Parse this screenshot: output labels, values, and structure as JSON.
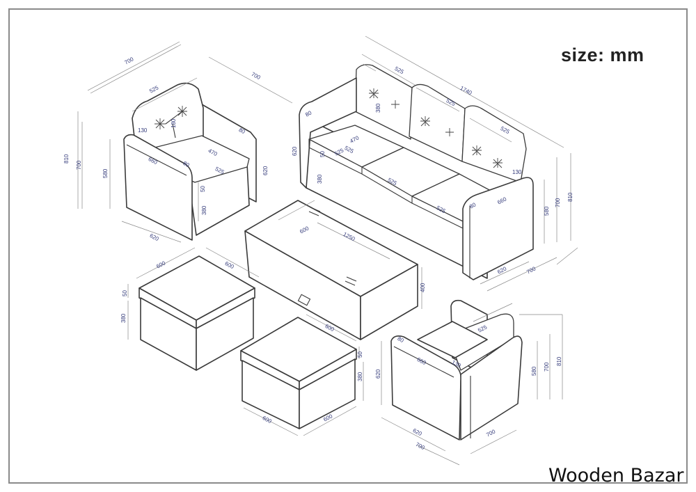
{
  "header": {
    "unit_label": "size: mm"
  },
  "brand": {
    "watermark": "Wooden Bazar"
  },
  "armchair_top_left": {
    "dims": [
      "700",
      "700",
      "525",
      "810",
      "700",
      "580",
      "660",
      "470",
      "525",
      "620",
      "620",
      "380",
      "130",
      "180",
      "80",
      "50",
      "80"
    ]
  },
  "sofa": {
    "dims": [
      "525",
      "1740",
      "525",
      "525",
      "380",
      "470",
      "525",
      "525",
      "620",
      "380",
      "525",
      "525",
      "660",
      "580",
      "700",
      "810",
      "620",
      "700",
      "80",
      "130",
      "80",
      "50"
    ]
  },
  "coffee_table": {
    "dims": [
      "600",
      "1250",
      "400"
    ]
  },
  "ottoman_left": {
    "dims": [
      "600",
      "600",
      "50",
      "380"
    ]
  },
  "ottoman_right": {
    "dims": [
      "600",
      "50",
      "380",
      "600",
      "600"
    ]
  },
  "armchair_bottom_right": {
    "dims": [
      "525",
      "80",
      "660",
      "130",
      "620",
      "580",
      "700",
      "810",
      "620",
      "700",
      "700"
    ]
  }
}
